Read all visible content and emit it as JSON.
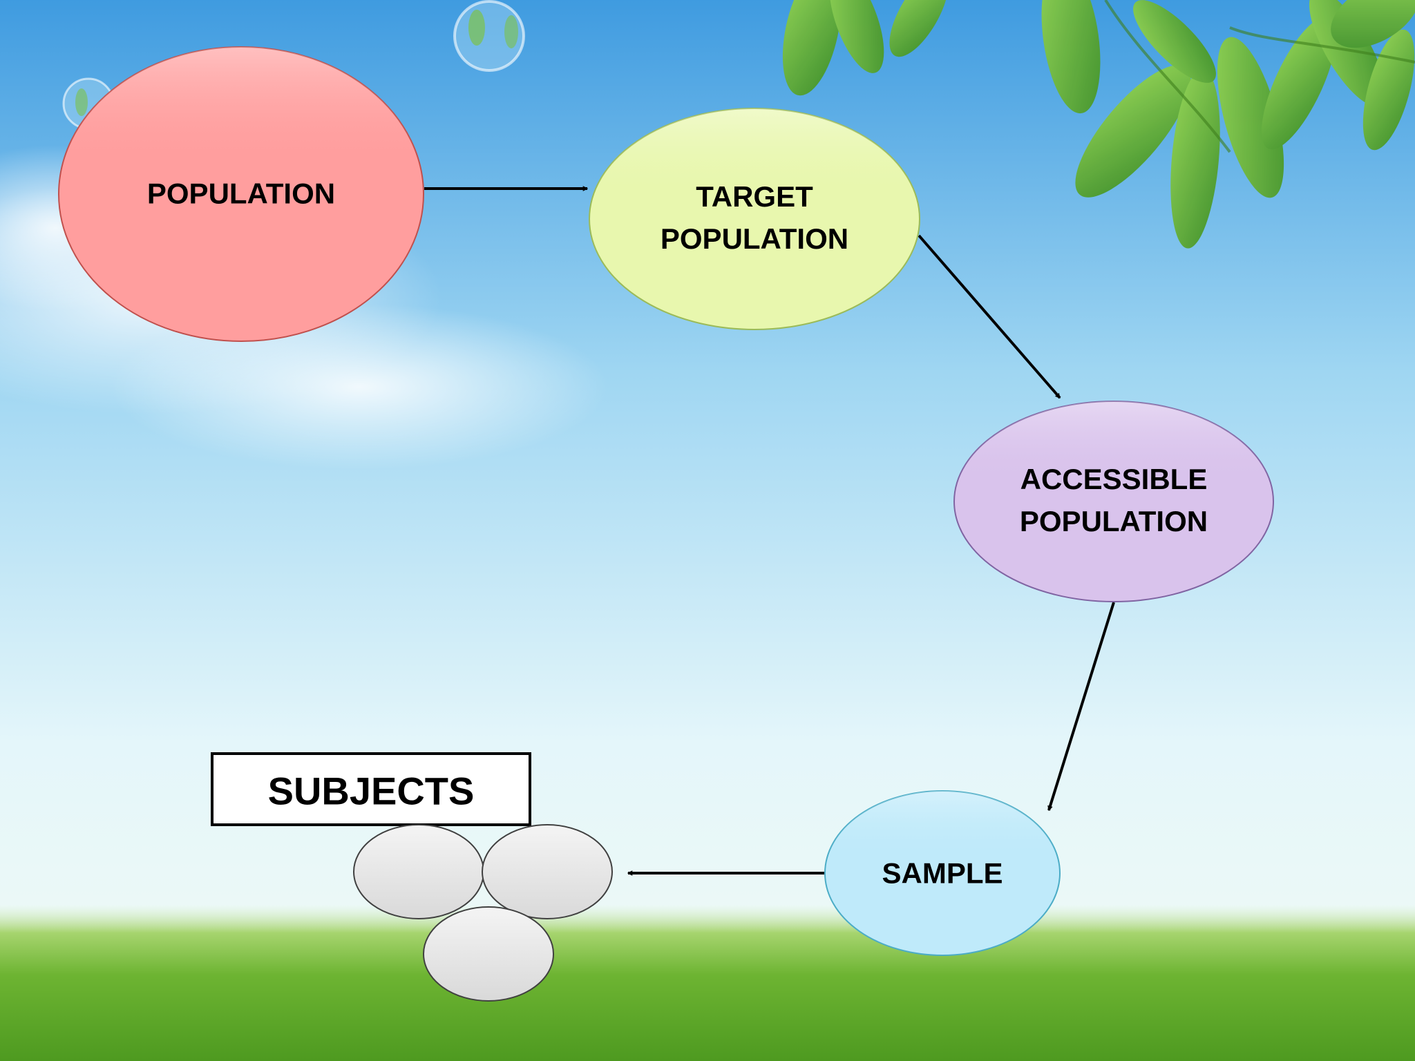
{
  "diagram": {
    "nodes": [
      {
        "id": "population",
        "lines": [
          "POPULATION"
        ],
        "fill": "#FF9E9E",
        "stroke": "#C0504D"
      },
      {
        "id": "target-population",
        "lines": [
          "TARGET",
          "POPULATION"
        ],
        "fill": "#E8F7AE",
        "stroke": "#9BBB59"
      },
      {
        "id": "accessible-population",
        "lines": [
          "ACCESSIBLE",
          "POPULATION"
        ],
        "fill": "#D9C3EC",
        "stroke": "#8064A2"
      },
      {
        "id": "sample",
        "lines": [
          "SAMPLE"
        ],
        "fill": "#BFEAFA",
        "stroke": "#4BACC6"
      }
    ],
    "subjects": {
      "label": "SUBJECTS",
      "circle_count": 3,
      "circle_fill": "#D9D9D9",
      "circle_stroke": "#404040"
    },
    "edges": [
      {
        "from": "population",
        "to": "target-population"
      },
      {
        "from": "target-population",
        "to": "accessible-population"
      },
      {
        "from": "accessible-population",
        "to": "sample"
      },
      {
        "from": "sample",
        "to": "subjects"
      }
    ]
  },
  "background": {
    "sky_top": "#3F9BE0",
    "sky_bottom": "#E4F6FA",
    "grass": "#5FA828",
    "leaf": "#5DAE2E"
  }
}
